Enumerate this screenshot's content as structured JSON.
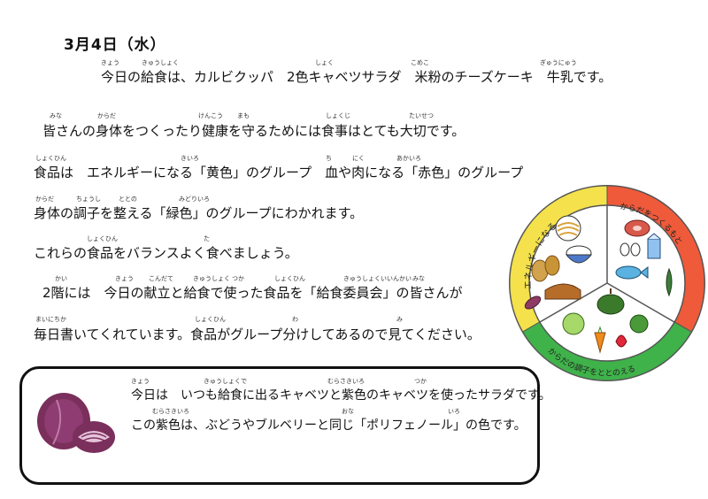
{
  "header": {
    "date": "3月4日（水）"
  },
  "intro": {
    "ruby": [
      "きょう",
      "きゅうしょく",
      "しょく",
      "こめこ",
      "ぎゅうにゅう"
    ],
    "text": "今日の給食は、カルビクッパ　2色キャベツサラダ　米粉のチーズケーキ　牛乳です。"
  },
  "body": [
    {
      "ruby": [
        "みな",
        "からだ",
        "けんこう",
        "まも",
        "しょくじ",
        "たいせつ"
      ],
      "text": "皆さんの身体をつくったり健康を守るためには食事はとても大切です。"
    },
    {
      "ruby": [
        "しょくひん",
        "きいろ",
        "ち",
        "にく",
        "あかいろ"
      ],
      "text": "食品は　エネルギーになる「黄色」のグループ　血や肉になる「赤色」のグループ"
    },
    {
      "ruby": [
        "からだ",
        "ちょうし",
        "ととの",
        "みどりいろ"
      ],
      "text": "身体の調子を整える「緑色」のグループにわかれます。"
    },
    {
      "ruby": [
        "しょくひん",
        "た"
      ],
      "text": "これらの食品をバランスよく食べましょう。"
    },
    {
      "ruby": [
        "かい",
        "きょう",
        "こんだて",
        "きゅうしょく",
        "つか",
        "しょくひん",
        "きゅうしょくいいんかい",
        "みな"
      ],
      "text": "2階には　今日の献立と給食で使った食品を「給食委員会」の皆さんが"
    },
    {
      "ruby": [
        "まいにちか",
        "しょくひん",
        "わ",
        "み"
      ],
      "text": "毎日書いてくれています。食品がグループ分けしてあるので見てください。"
    }
  ],
  "wheel": {
    "yellow_label": "エネルギーになる",
    "red_label": "からだをつくるもと",
    "green_label": "からだの調子をととのえる",
    "colors": {
      "yellow": "#f4e14b",
      "red": "#ee5a3a",
      "green": "#3fb24a"
    }
  },
  "note": {
    "ruby1": [
      "きょう",
      "きゅうしょく",
      "で",
      "むらさきいろ",
      "つか"
    ],
    "line1": "今日は　いつも給食に出るキャベツと紫色のキャベツを使ったサラダです。",
    "ruby2": [
      "むらさきいろ",
      "おな",
      "いろ"
    ],
    "line2": "この紫色は、ぶどうやブルベリーと同じ「ポリフェノール」の色です。"
  }
}
